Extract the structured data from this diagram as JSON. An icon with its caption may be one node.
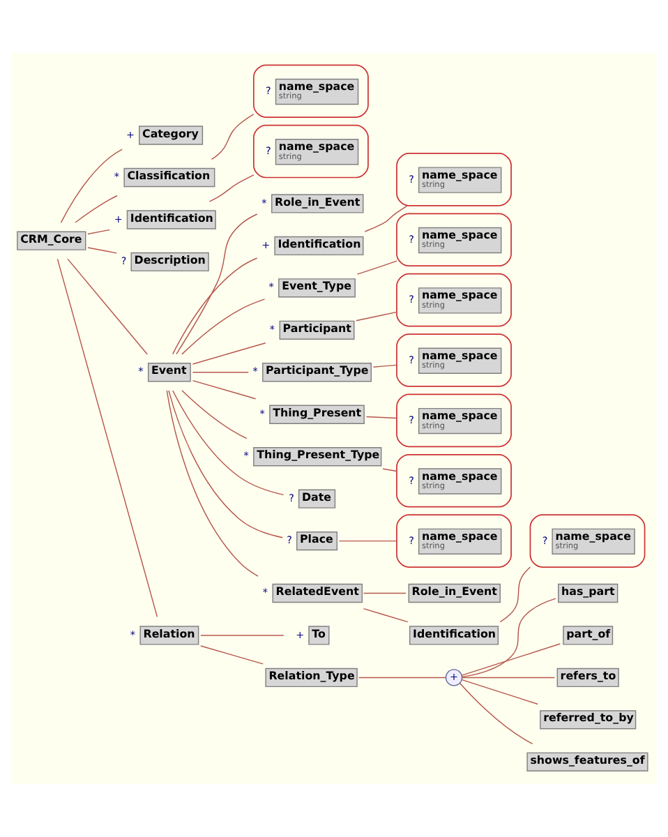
{
  "diagram": {
    "nodes": [
      {
        "text": [
          "CRM_Core"
        ]
      },
      {
        "text": [
          "Category"
        ],
        "beside": [
          "+"
        ]
      },
      {
        "text": [
          "Classification"
        ],
        "beside": [
          "*"
        ]
      },
      {
        "text": [],
        "shape": "box"
      },
      {
        "text": [
          "name_space",
          "string"
        ],
        "beside": [
          "?"
        ],
        "in": 3
      },
      {
        "text": [
          "Identification"
        ],
        "beside": [
          "+"
        ]
      },
      {
        "text": [],
        "shape": "box"
      },
      {
        "text": [
          "name_space",
          "string"
        ],
        "beside": [
          "?"
        ],
        "in": 6
      },
      {
        "text": [
          "Description"
        ],
        "beside": [
          "?"
        ]
      },
      {
        "text": [
          "Event"
        ],
        "beside": [
          "*"
        ]
      },
      {
        "text": [
          "Role_in_Event"
        ],
        "beside": [
          "*"
        ]
      },
      {
        "text": [
          "Identification"
        ],
        "beside": [
          "+"
        ]
      },
      {
        "text": [],
        "shape": "box"
      },
      {
        "text": [
          "name_space",
          "string"
        ],
        "beside": [
          "?"
        ],
        "in": 12
      },
      {
        "text": [
          "Event_Type"
        ],
        "beside": [
          "*"
        ]
      },
      {
        "text": [],
        "shape": "box"
      },
      {
        "text": [
          "name_space",
          "string"
        ],
        "beside": [
          "?"
        ],
        "in": 15
      },
      {
        "text": [
          "Participant"
        ],
        "beside": [
          "*"
        ]
      },
      {
        "text": [],
        "shape": "box"
      },
      {
        "text": [
          "name_space",
          "string"
        ],
        "beside": [
          "?"
        ],
        "in": 18
      },
      {
        "text": [
          "Participant_Type"
        ],
        "beside": [
          "*"
        ]
      },
      {
        "text": [],
        "shape": "box"
      },
      {
        "text": [
          "name_space",
          "string"
        ],
        "beside": [
          "?"
        ],
        "in": 21
      },
      {
        "text": [
          "Thing_Present"
        ],
        "beside": [
          "*"
        ]
      },
      {
        "text": [],
        "shape": "box"
      },
      {
        "text": [
          "name_space",
          "string"
        ],
        "beside": [
          "?"
        ],
        "in": 24
      },
      {
        "text": [
          "Thing_Present_Type"
        ],
        "beside": [
          "*"
        ]
      },
      {
        "text": [],
        "shape": "box"
      },
      {
        "text": [
          "name_space",
          "string"
        ],
        "beside": [
          "?"
        ],
        "in": 27
      },
      {
        "text": [
          "Date"
        ],
        "beside": [
          "?"
        ]
      },
      {
        "text": [
          "Place"
        ],
        "beside": [
          "?"
        ]
      },
      {
        "text": [],
        "shape": "box"
      },
      {
        "text": [
          "name_space",
          "string"
        ],
        "beside": [
          "?"
        ],
        "in": 31
      },
      {
        "text": [
          "RelatedEvent"
        ],
        "beside": [
          "*"
        ]
      },
      {
        "text": [
          "Role_in_Event"
        ]
      },
      {
        "text": [
          "Identification"
        ]
      },
      {
        "text": [],
        "shape": "box"
      },
      {
        "text": [
          "name_space",
          "string"
        ],
        "beside": [
          "?"
        ],
        "in": 36
      },
      {
        "text": [
          "Relation"
        ],
        "beside": [
          "*"
        ]
      },
      {
        "text": [
          "To"
        ],
        "beside": [
          "+"
        ]
      },
      {
        "text": [
          "Relation_Type"
        ]
      },
      {
        "text": [
          "+"
        ]
      },
      {
        "text": [
          "has_part"
        ]
      },
      {
        "text": [
          "part_of"
        ]
      },
      {
        "text": [
          "refers_to"
        ]
      },
      {
        "text": [
          "referred_to_by"
        ]
      },
      {
        "text": [
          "shows_features_of"
        ]
      }
    ],
    "edges": [
      {
        "from": 0,
        "to": 1,
        "arrow": "none"
      },
      {
        "from": 0,
        "to": 2,
        "arrow": "none"
      },
      {
        "from": 2,
        "to": 3,
        "arrow": "none"
      },
      {
        "from": 0,
        "to": 5,
        "arrow": "none"
      },
      {
        "from": 5,
        "to": 6,
        "arrow": "none"
      },
      {
        "from": 0,
        "to": 8,
        "arrow": "none"
      },
      {
        "from": 0,
        "to": 9,
        "arrow": "none"
      },
      {
        "from": 9,
        "to": 10,
        "arrow": "none"
      },
      {
        "from": 9,
        "to": 11,
        "arrow": "none"
      },
      {
        "from": 11,
        "to": 12,
        "arrow": "none"
      },
      {
        "from": 9,
        "to": 14,
        "arrow": "none"
      },
      {
        "from": 14,
        "to": 15,
        "arrow": "none"
      },
      {
        "from": 9,
        "to": 17,
        "arrow": "none"
      },
      {
        "from": 17,
        "to": 18,
        "arrow": "none"
      },
      {
        "from": 9,
        "to": 20,
        "arrow": "none"
      },
      {
        "from": 20,
        "to": 21,
        "arrow": "none"
      },
      {
        "from": 9,
        "to": 23,
        "arrow": "none"
      },
      {
        "from": 23,
        "to": 24,
        "arrow": "none"
      },
      {
        "from": 9,
        "to": 26,
        "arrow": "none"
      },
      {
        "from": 26,
        "to": 27,
        "arrow": "none"
      },
      {
        "from": 9,
        "to": 29,
        "arrow": "none"
      },
      {
        "from": 9,
        "to": 30,
        "arrow": "none"
      },
      {
        "from": 30,
        "to": 31,
        "arrow": "none"
      },
      {
        "from": 9,
        "to": 33,
        "arrow": "none"
      },
      {
        "from": 33,
        "to": 34,
        "arrow": "none"
      },
      {
        "from": 33,
        "to": 35,
        "arrow": "none"
      },
      {
        "from": 35,
        "to": 36,
        "arrow": "none"
      },
      {
        "from": 0,
        "to": 38,
        "arrow": "none"
      },
      {
        "from": 38,
        "to": 39,
        "arrow": "none"
      },
      {
        "from": 38,
        "to": 40,
        "arrow": "none"
      },
      {
        "from": 40,
        "to": 41,
        "arrow": "none"
      },
      {
        "from": 41,
        "to": 42,
        "arrow": "none"
      },
      {
        "from": 41,
        "to": 43,
        "arrow": "none"
      },
      {
        "from": 41,
        "to": 44,
        "arrow": "none"
      },
      {
        "from": 41,
        "to": 45,
        "arrow": "none"
      },
      {
        "from": 41,
        "to": 46,
        "arrow": "none"
      }
    ]
  }
}
